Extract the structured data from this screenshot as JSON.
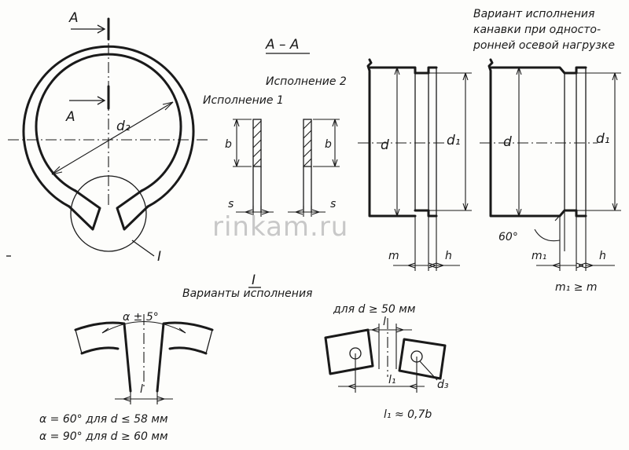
{
  "watermark": "rinkam.ru",
  "view_ring": {
    "section_mark": "A",
    "diameter_label": "d₂",
    "detail_callout": "I"
  },
  "section": {
    "title": "А – А",
    "variant1": "Исполнение 1",
    "variant2": "Исполнение 2",
    "b_label": "b",
    "s_label": "s"
  },
  "groove": {
    "d_label": "d",
    "d1_label": "d₁",
    "m_label": "m",
    "h_label": "h"
  },
  "groove_one_side": {
    "title_line1": "Вариант исполнения",
    "title_line2": "канавки при односто-",
    "title_line3": "ронней осевой нагрузке",
    "d_label": "d",
    "d1_label": "d₁",
    "angle_label": "60°",
    "m1_label": "m₁",
    "h_label": "h",
    "relation": "m₁ ≥ m"
  },
  "detail": {
    "title_mark": "I",
    "title": "Варианты исполнения",
    "angle_label": "α ± 5°",
    "gap_label": "l",
    "note_line1": "α = 60° для d ≤ 58 мм",
    "note_line2": "α = 90° для d ≥ 60 мм"
  },
  "detail_holes": {
    "condition": "для d ≥ 50 мм",
    "gap_label": "l",
    "l1_label": "l₁",
    "d3_label": "d₃",
    "relation": "l₁ ≈ 0,7b"
  }
}
